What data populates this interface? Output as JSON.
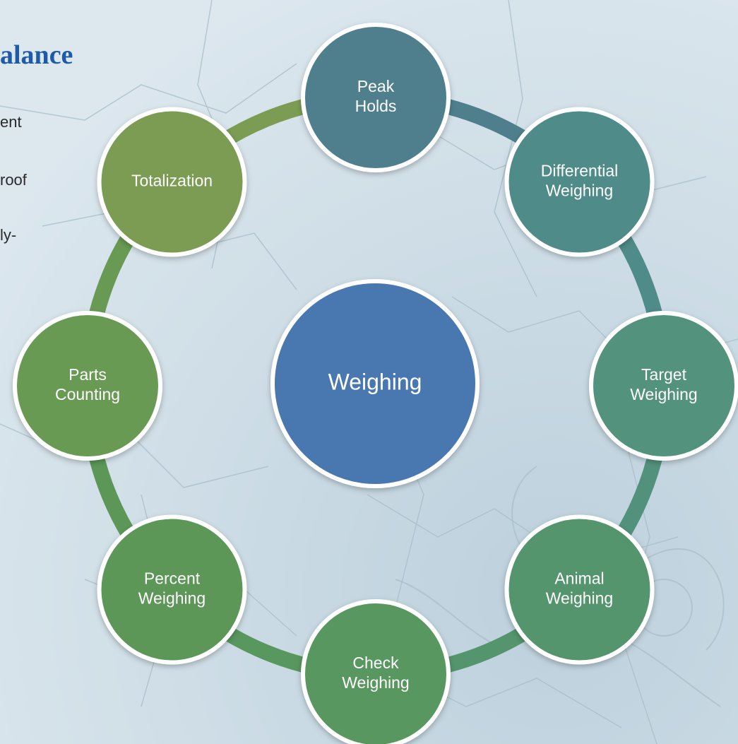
{
  "left_panel": {
    "heading": "alance",
    "text_fragments": [
      "ent",
      "roof",
      "ly-"
    ]
  },
  "diagram": {
    "center": {
      "label": "Weighing",
      "color": "#4a78b0"
    },
    "nodes": [
      {
        "name": "node-peak-holds",
        "lines": [
          "Peak",
          "Holds"
        ],
        "color": "#4f7f8d"
      },
      {
        "name": "node-differential-weighing",
        "lines": [
          "Differential",
          "Weighing"
        ],
        "color": "#4f8b88"
      },
      {
        "name": "node-target-weighing",
        "lines": [
          "Target",
          "Weighing"
        ],
        "color": "#52927c"
      },
      {
        "name": "node-animal-weighing",
        "lines": [
          "Animal",
          "Weighing"
        ],
        "color": "#55956d"
      },
      {
        "name": "node-check-weighing",
        "lines": [
          "Check",
          "Weighing"
        ],
        "color": "#58975e"
      },
      {
        "name": "node-percent-weighing",
        "lines": [
          "Percent",
          "Weighing"
        ],
        "color": "#5c9758"
      },
      {
        "name": "node-parts-counting",
        "lines": [
          "Parts",
          "Counting"
        ],
        "color": "#699a53"
      },
      {
        "name": "node-totalization",
        "lines": [
          "Totalization"
        ],
        "color": "#7c9c53"
      }
    ]
  }
}
